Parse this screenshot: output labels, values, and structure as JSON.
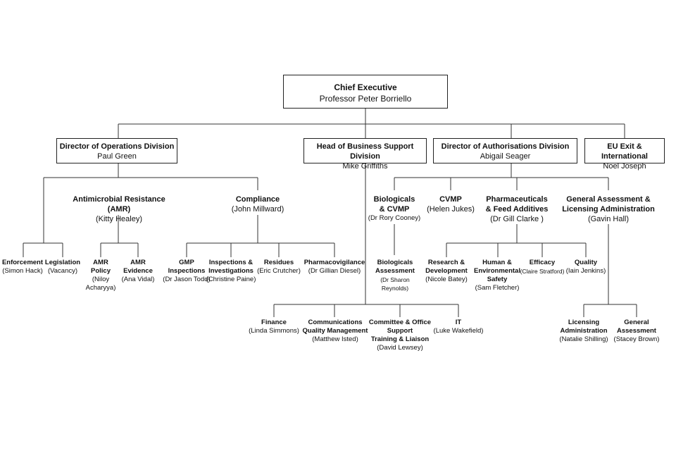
{
  "chief": {
    "title": "Chief Executive",
    "person": "Professor Peter Borriello"
  },
  "operations": {
    "title": "Director of Operations Division",
    "person": "Paul Green"
  },
  "business": {
    "title": "Head of Business Support Division",
    "person": "Mike Griffiths"
  },
  "authorisations": {
    "title": "Director of Authorisations Division",
    "person": "Abigail Seager"
  },
  "eu_exit": {
    "title": "EU Exit & International",
    "person": "Noel Joseph"
  },
  "amr": {
    "title": "Antimicrobial Resistance (AMR)",
    "person": "(Kitty Healey)"
  },
  "compliance": {
    "title": "Compliance",
    "person": "(John Millward)"
  },
  "enforcement": {
    "title": "Enforcement",
    "person": "(Simon Hack)"
  },
  "legislation": {
    "title": "Legislation",
    "person": "(Vacancy)"
  },
  "amr_policy": {
    "title": "AMR\nPolicy",
    "person": "(Niloy\nAcharyya)"
  },
  "amr_evidence": {
    "title": "AMR\nEvidence",
    "person": "(Ana Vidal)"
  },
  "gmp": {
    "title": "GMP\nInspections",
    "person": "(Dr Jason Todd)"
  },
  "inspections": {
    "title": "Inspections &\nInvestigations",
    "person": "(Christine Paine)"
  },
  "residues": {
    "title": "Residues",
    "person": "(Eric Crutcher)"
  },
  "pharmacovigilance": {
    "title": "Pharmacovigilance",
    "person": "(Dr Gillian Diesel)"
  },
  "biologicals": {
    "title": "Biologicals\n& CVMP",
    "person": "(Dr Rory Cooney)"
  },
  "cvmp": {
    "title": "CVMP",
    "person": "(Helen Jukes)"
  },
  "pharmaceuticals": {
    "title": "Pharmaceuticals\n& Feed Additives",
    "person": "(Dr Gill Clarke )"
  },
  "general_assessment": {
    "title": "General Assessment  &\nLicensing Administration",
    "person": "(Gavin Hall)"
  },
  "bio_assessment": {
    "title": "Biologicals\nAssessment",
    "person": "(Dr Sharon Reynolds)"
  },
  "research": {
    "title": "Research &\nDevelopment",
    "person": "(Nicole Batey)"
  },
  "human_env": {
    "title": "Human &\nEnvironmental\nSafety",
    "person": "(Sam Fletcher)"
  },
  "efficacy": {
    "title": "Efficacy",
    "person": "(Claire Stratford)"
  },
  "quality": {
    "title": "Quality",
    "person": "(Iain Jenkins)"
  },
  "finance": {
    "title": "Finance",
    "person": "(Linda Simmons)"
  },
  "communications": {
    "title": "Communications\nQuality Management",
    "person": "(Matthew Isted)"
  },
  "committee": {
    "title": "Committee & Office\nSupport\nTraining & Liaison",
    "person": "(David Lewsey)"
  },
  "it": {
    "title": "IT",
    "person": "(Luke Wakefield)"
  },
  "licensing_admin": {
    "title": "Licensing\nAdministration",
    "person": "(Natalie Shilling)"
  },
  "gen_assessment": {
    "title": "General\nAssessment",
    "person": "(Stacey Brown)"
  }
}
